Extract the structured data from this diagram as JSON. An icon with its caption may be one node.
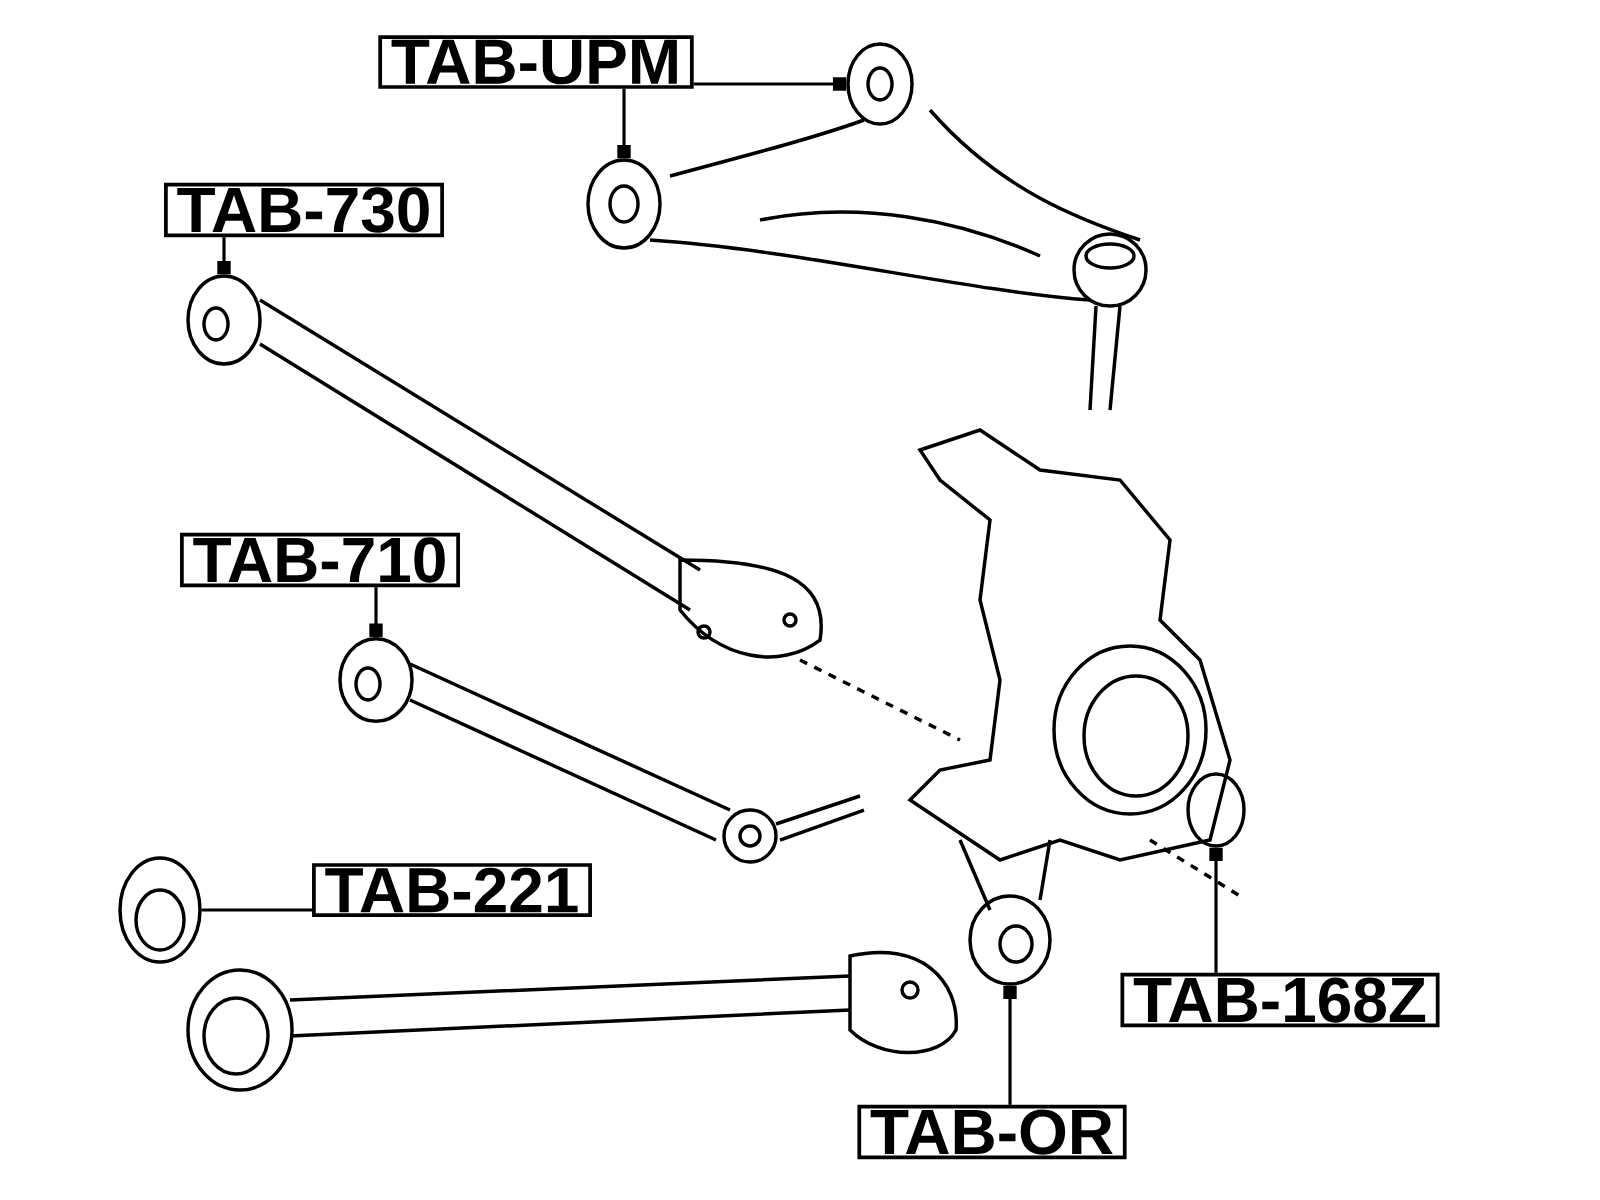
{
  "diagram": {
    "nodes": [
      {
        "text": [
          "TAB-UPM"
        ]
      },
      {
        "text": [
          "TAB-730"
        ]
      },
      {
        "text": [
          "TAB-710"
        ]
      },
      {
        "text": [
          "TAB-221"
        ]
      },
      {
        "text": [
          "TAB-168Z"
        ]
      },
      {
        "text": [
          "TAB-OR"
        ]
      },
      {
        "text": [],
        "shape": "circle"
      },
      {
        "text": [],
        "shape": "circle"
      },
      {
        "text": [],
        "shape": "circle"
      },
      {
        "text": [],
        "shape": "circle"
      },
      {
        "text": [],
        "shape": "circle"
      },
      {
        "text": [],
        "shape": "circle"
      },
      {
        "text": [],
        "shape": "circle"
      }
    ],
    "edges": [
      {
        "from": 0,
        "to": 6,
        "arrow": "other"
      },
      {
        "from": 0,
        "to": 7,
        "arrow": "other"
      },
      {
        "from": 1,
        "to": 8,
        "arrow": "other"
      },
      {
        "from": 2,
        "to": 9,
        "arrow": "other"
      },
      {
        "from": 3,
        "to": 10,
        "arrow": "none"
      },
      {
        "from": 4,
        "to": 11,
        "arrow": "other"
      },
      {
        "from": 5,
        "to": 12,
        "arrow": "other"
      }
    ]
  }
}
